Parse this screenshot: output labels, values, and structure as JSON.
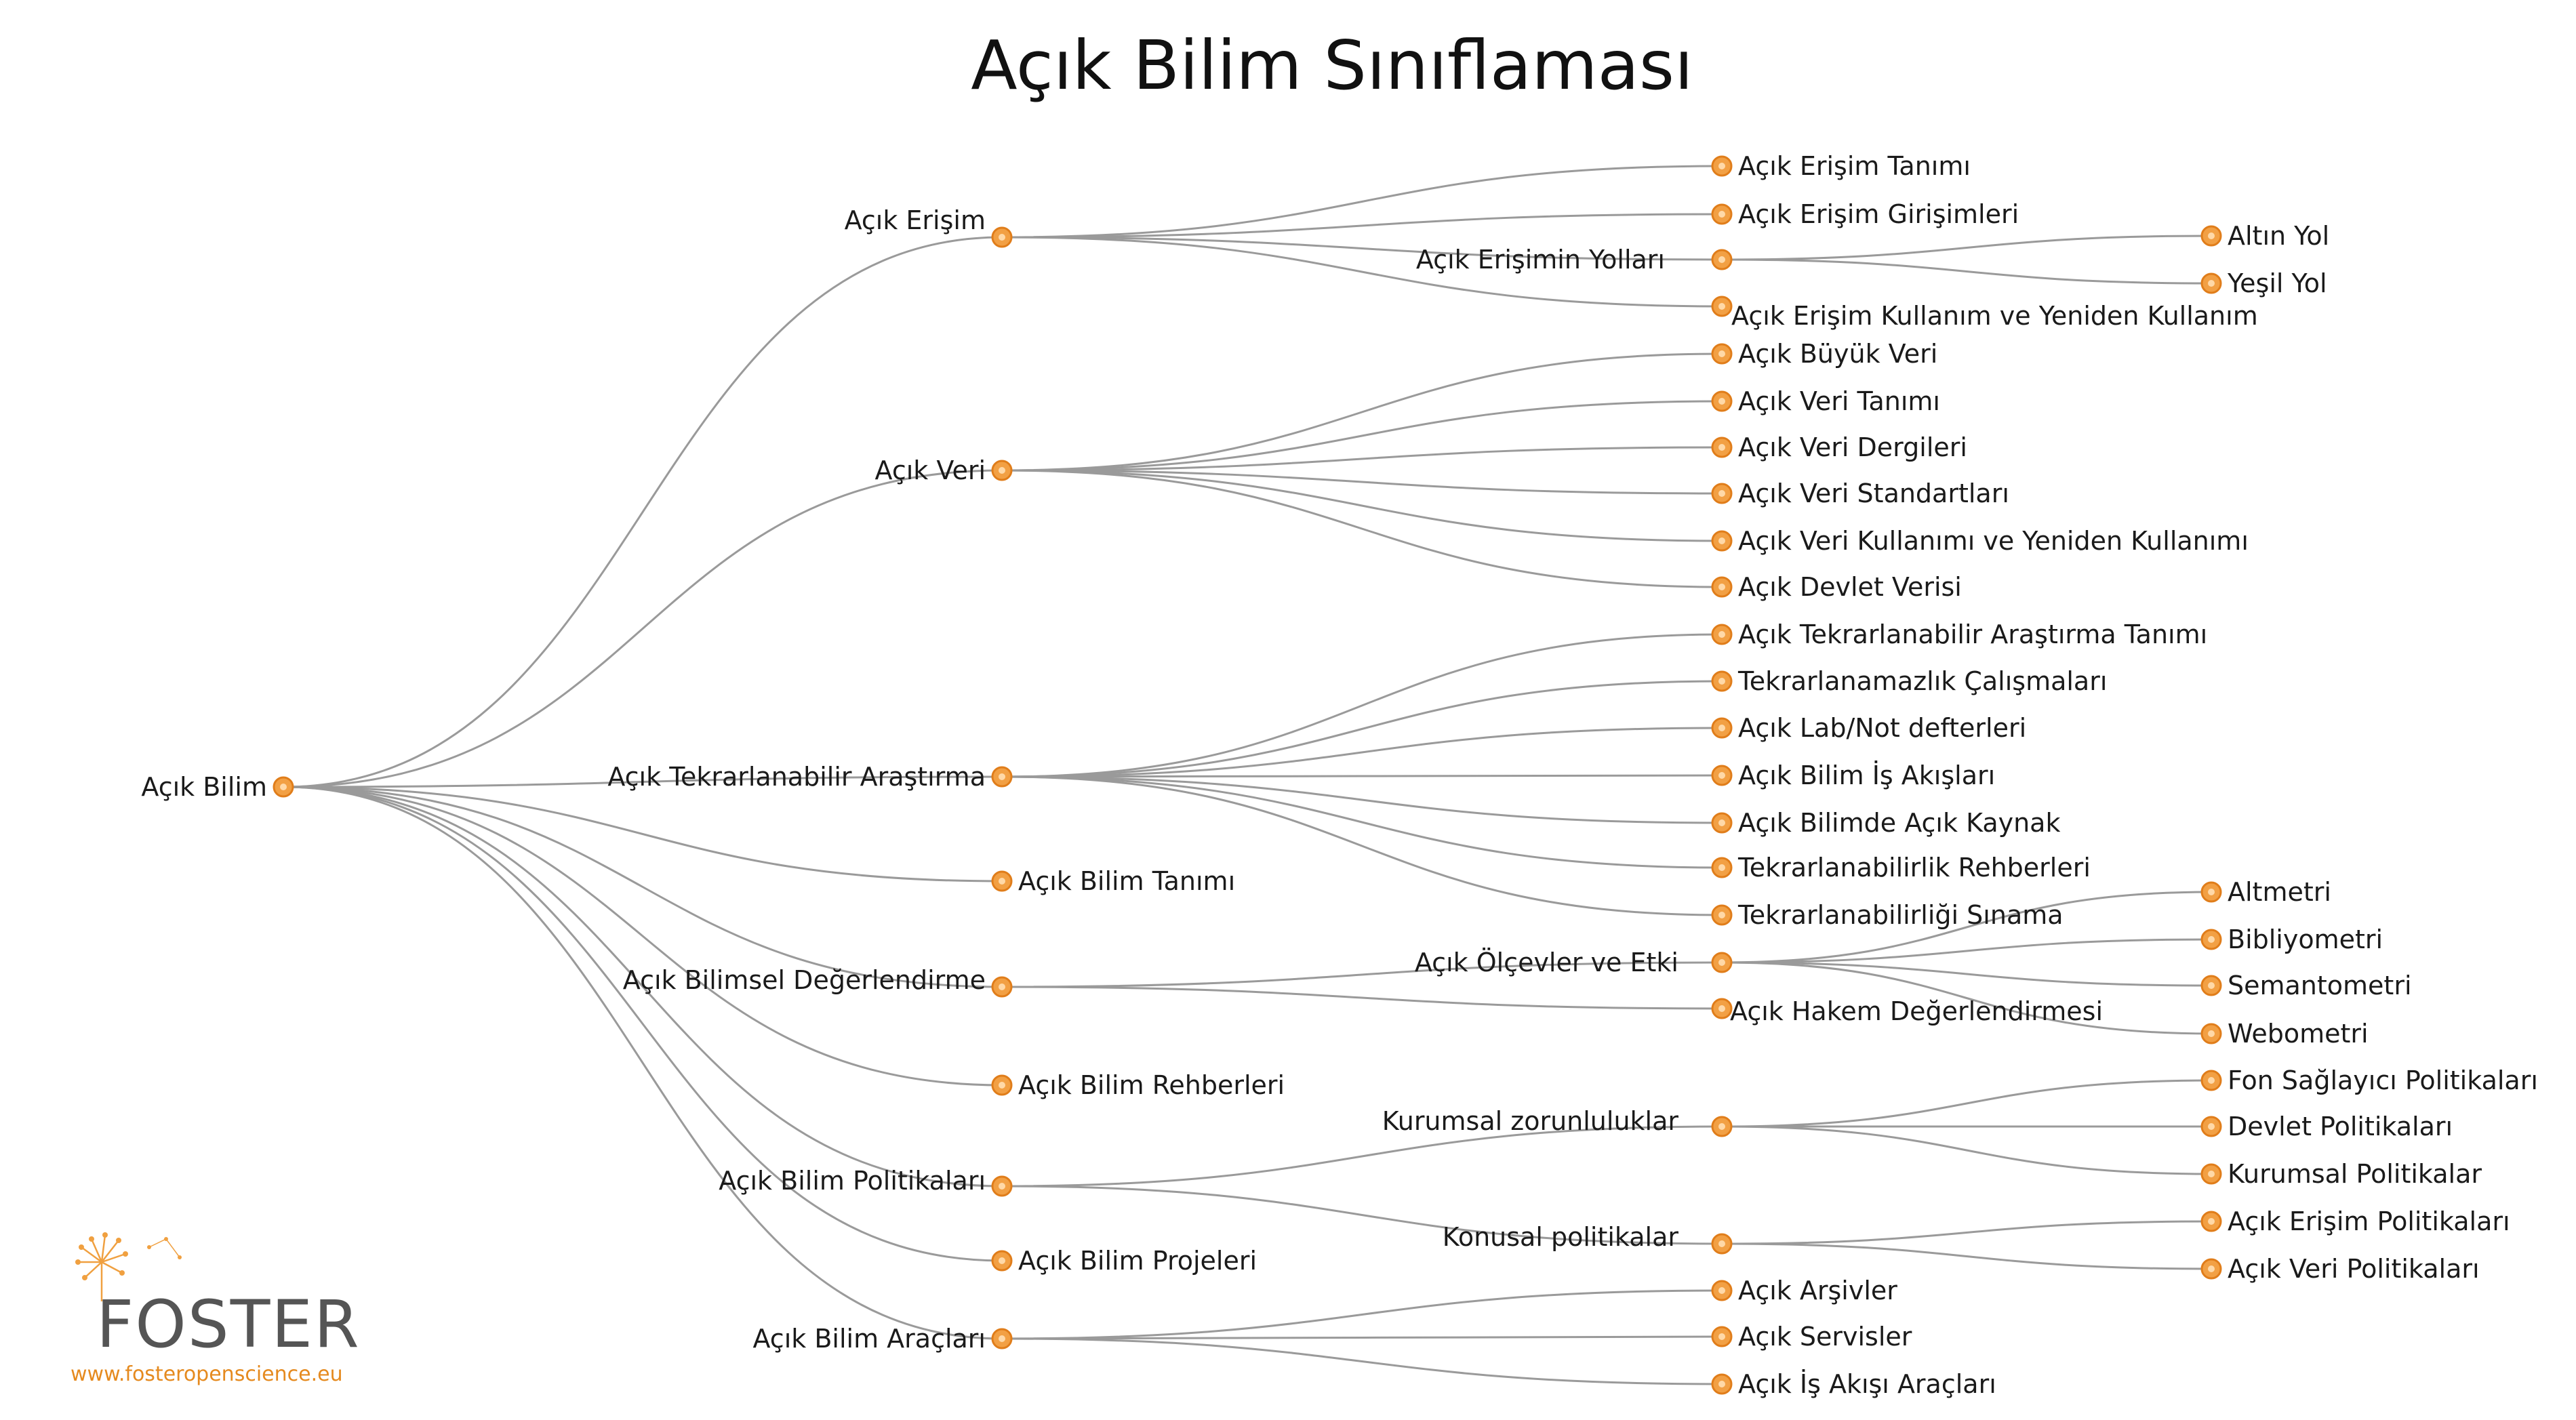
{
  "title": "Açık Bilim Sınıflaması",
  "logo": {
    "name": "FOSTER",
    "url": "www.fosteropenscience.eu"
  },
  "colors": {
    "node_fill": "#f2a044",
    "node_stroke": "#e07d1a",
    "link": "#9a9a9a",
    "accent": "#e58a1f"
  },
  "tree": {
    "id": "root",
    "label": "Açık Bilim",
    "children": [
      {
        "id": "ae",
        "label": "Açık Erişim",
        "children": [
          {
            "id": "ae1",
            "label": "Açık Erişim Tanımı"
          },
          {
            "id": "ae2",
            "label": "Açık Erişim Girişimleri"
          },
          {
            "id": "ae3",
            "label": "Açık Erişimin Yolları",
            "children": [
              {
                "id": "ae31",
                "label": "Altın Yol"
              },
              {
                "id": "ae32",
                "label": "Yeşil Yol"
              }
            ]
          },
          {
            "id": "ae4",
            "label": "Açık Erişim Kullanım ve Yeniden Kullanım"
          }
        ]
      },
      {
        "id": "av",
        "label": "Açık Veri",
        "children": [
          {
            "id": "av1",
            "label": "Açık Büyük Veri"
          },
          {
            "id": "av2",
            "label": "Açık Veri Tanımı"
          },
          {
            "id": "av3",
            "label": "Açık Veri Dergileri"
          },
          {
            "id": "av4",
            "label": "Açık Veri Standartları"
          },
          {
            "id": "av5",
            "label": "Açık Veri Kullanımı ve Yeniden Kullanımı"
          },
          {
            "id": "av6",
            "label": "Açık Devlet Verisi"
          }
        ]
      },
      {
        "id": "at",
        "label": "Açık Tekrarlanabilir Araştırma",
        "children": [
          {
            "id": "at1",
            "label": "Açık Tekrarlanabilir Araştırma Tanımı"
          },
          {
            "id": "at2",
            "label": "Tekrarlanamazlık Çalışmaları"
          },
          {
            "id": "at3",
            "label": "Açık Lab/Not defterleri"
          },
          {
            "id": "at4",
            "label": "Açık Bilim İş Akışları"
          },
          {
            "id": "at5",
            "label": "Açık Bilimde Açık Kaynak"
          },
          {
            "id": "at6",
            "label": "Tekrarlanabilirlik Rehberleri"
          },
          {
            "id": "at7",
            "label": "Tekrarlanabilirliği Sınama"
          }
        ]
      },
      {
        "id": "tanim",
        "label": "Açık Bilim Tanımı"
      },
      {
        "id": "ad",
        "label": "Açık Bilimsel Değerlendirme",
        "children": [
          {
            "id": "ad1",
            "label": "Açık Ölçevler ve Etki",
            "children": [
              {
                "id": "ad11",
                "label": "Altmetri"
              },
              {
                "id": "ad12",
                "label": "Bibliyometri"
              },
              {
                "id": "ad13",
                "label": "Semantometri"
              },
              {
                "id": "ad14",
                "label": "Webometri"
              }
            ]
          },
          {
            "id": "ad2",
            "label": "Açık Hakem Değerlendirmesi"
          }
        ]
      },
      {
        "id": "rehber",
        "label": "Açık Bilim Rehberleri"
      },
      {
        "id": "ap",
        "label": "Açık Bilim Politikaları",
        "children": [
          {
            "id": "ap1",
            "label": "Kurumsal zorunluluklar",
            "children": [
              {
                "id": "ap11",
                "label": "Fon Sağlayıcı Politikaları"
              },
              {
                "id": "ap12",
                "label": "Devlet Politikaları"
              },
              {
                "id": "ap13",
                "label": "Kurumsal Politikalar"
              }
            ]
          },
          {
            "id": "ap2",
            "label": "Konusal politikalar",
            "children": [
              {
                "id": "ap21",
                "label": "Açık Erişim Politikaları"
              },
              {
                "id": "ap22",
                "label": "Açık Veri Politikaları"
              }
            ]
          }
        ]
      },
      {
        "id": "proje",
        "label": "Açık Bilim Projeleri"
      },
      {
        "id": "aa",
        "label": "Açık Bilim Araçları",
        "children": [
          {
            "id": "aa1",
            "label": "Açık Arşivler"
          },
          {
            "id": "aa2",
            "label": "Açık Servisler"
          },
          {
            "id": "aa3",
            "label": "Açık İş Akışı Araçları"
          }
        ]
      }
    ]
  }
}
